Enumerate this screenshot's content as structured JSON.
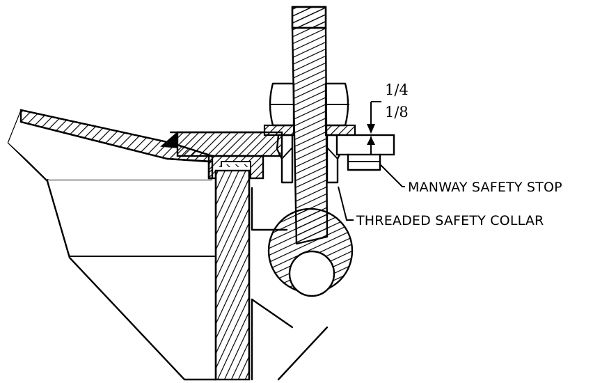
{
  "labels": {
    "dimension_top": "1/4",
    "dimension_bottom": "1/8",
    "manway_safety_stop": "MANWAY SAFETY STOP",
    "threaded_safety_collar": "THREADED SAFETY COLLAR"
  }
}
